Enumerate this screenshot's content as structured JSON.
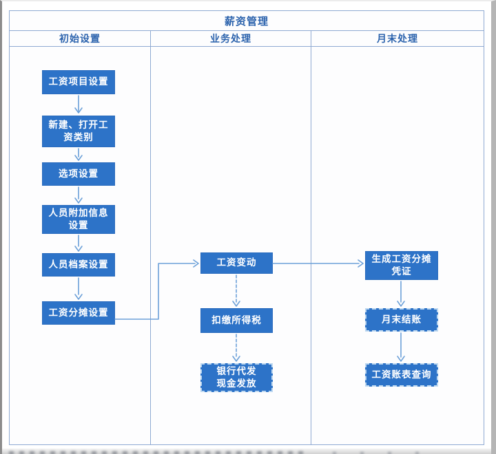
{
  "diagram": {
    "title": "薪资管理",
    "columns": [
      {
        "header": "初始设置",
        "nodes": [
          {
            "label": "工资项目设置",
            "border": "solid"
          },
          {
            "label": "新建、打开工\n资类别",
            "border": "solid"
          },
          {
            "label": "选项设置",
            "border": "solid"
          },
          {
            "label": "人员附加信息\n设置",
            "border": "solid"
          },
          {
            "label": "人员档案设置",
            "border": "solid"
          },
          {
            "label": "工资分摊设置",
            "border": "solid"
          }
        ]
      },
      {
        "header": "业务处理",
        "nodes": [
          {
            "label": "工资变动",
            "border": "solid"
          },
          {
            "label": "扣缴所得税",
            "border": "solid"
          },
          {
            "label": "银行代发\n现金发放",
            "border": "dashed"
          }
        ]
      },
      {
        "header": "月末处理",
        "nodes": [
          {
            "label": "生成工资分摊\n凭证",
            "border": "solid"
          },
          {
            "label": "月末结账",
            "border": "dashed"
          },
          {
            "label": "工资账表查询",
            "border": "dashed"
          }
        ]
      }
    ],
    "edges": [
      {
        "from": "工资项目设置",
        "to": "新建、打开工资类别",
        "line": "solid"
      },
      {
        "from": "新建、打开工资类别",
        "to": "选项设置",
        "line": "solid"
      },
      {
        "from": "选项设置",
        "to": "人员附加信息设置",
        "line": "solid"
      },
      {
        "from": "人员附加信息设置",
        "to": "人员档案设置",
        "line": "solid"
      },
      {
        "from": "人员档案设置",
        "to": "工资分摊设置",
        "line": "solid"
      },
      {
        "from": "工资分摊设置",
        "to": "工资变动",
        "line": "solid-elbow"
      },
      {
        "from": "工资变动",
        "to": "扣缴所得税",
        "line": "dashed"
      },
      {
        "from": "扣缴所得税",
        "to": "银行代发现金发放",
        "line": "dashed"
      },
      {
        "from": "工资变动",
        "to": "生成工资分摊凭证",
        "line": "solid"
      },
      {
        "from": "生成工资分摊凭证",
        "to": "月末结账",
        "line": "solid"
      },
      {
        "from": "月末结账",
        "to": "工资账表查询",
        "line": "solid"
      }
    ],
    "colors": {
      "node_fill": "#2d73c8",
      "node_text": "#ffffff",
      "table_border": "#8ea9d2",
      "heading_text": "#2c63ad",
      "arrow": "#6ca0d8"
    }
  }
}
